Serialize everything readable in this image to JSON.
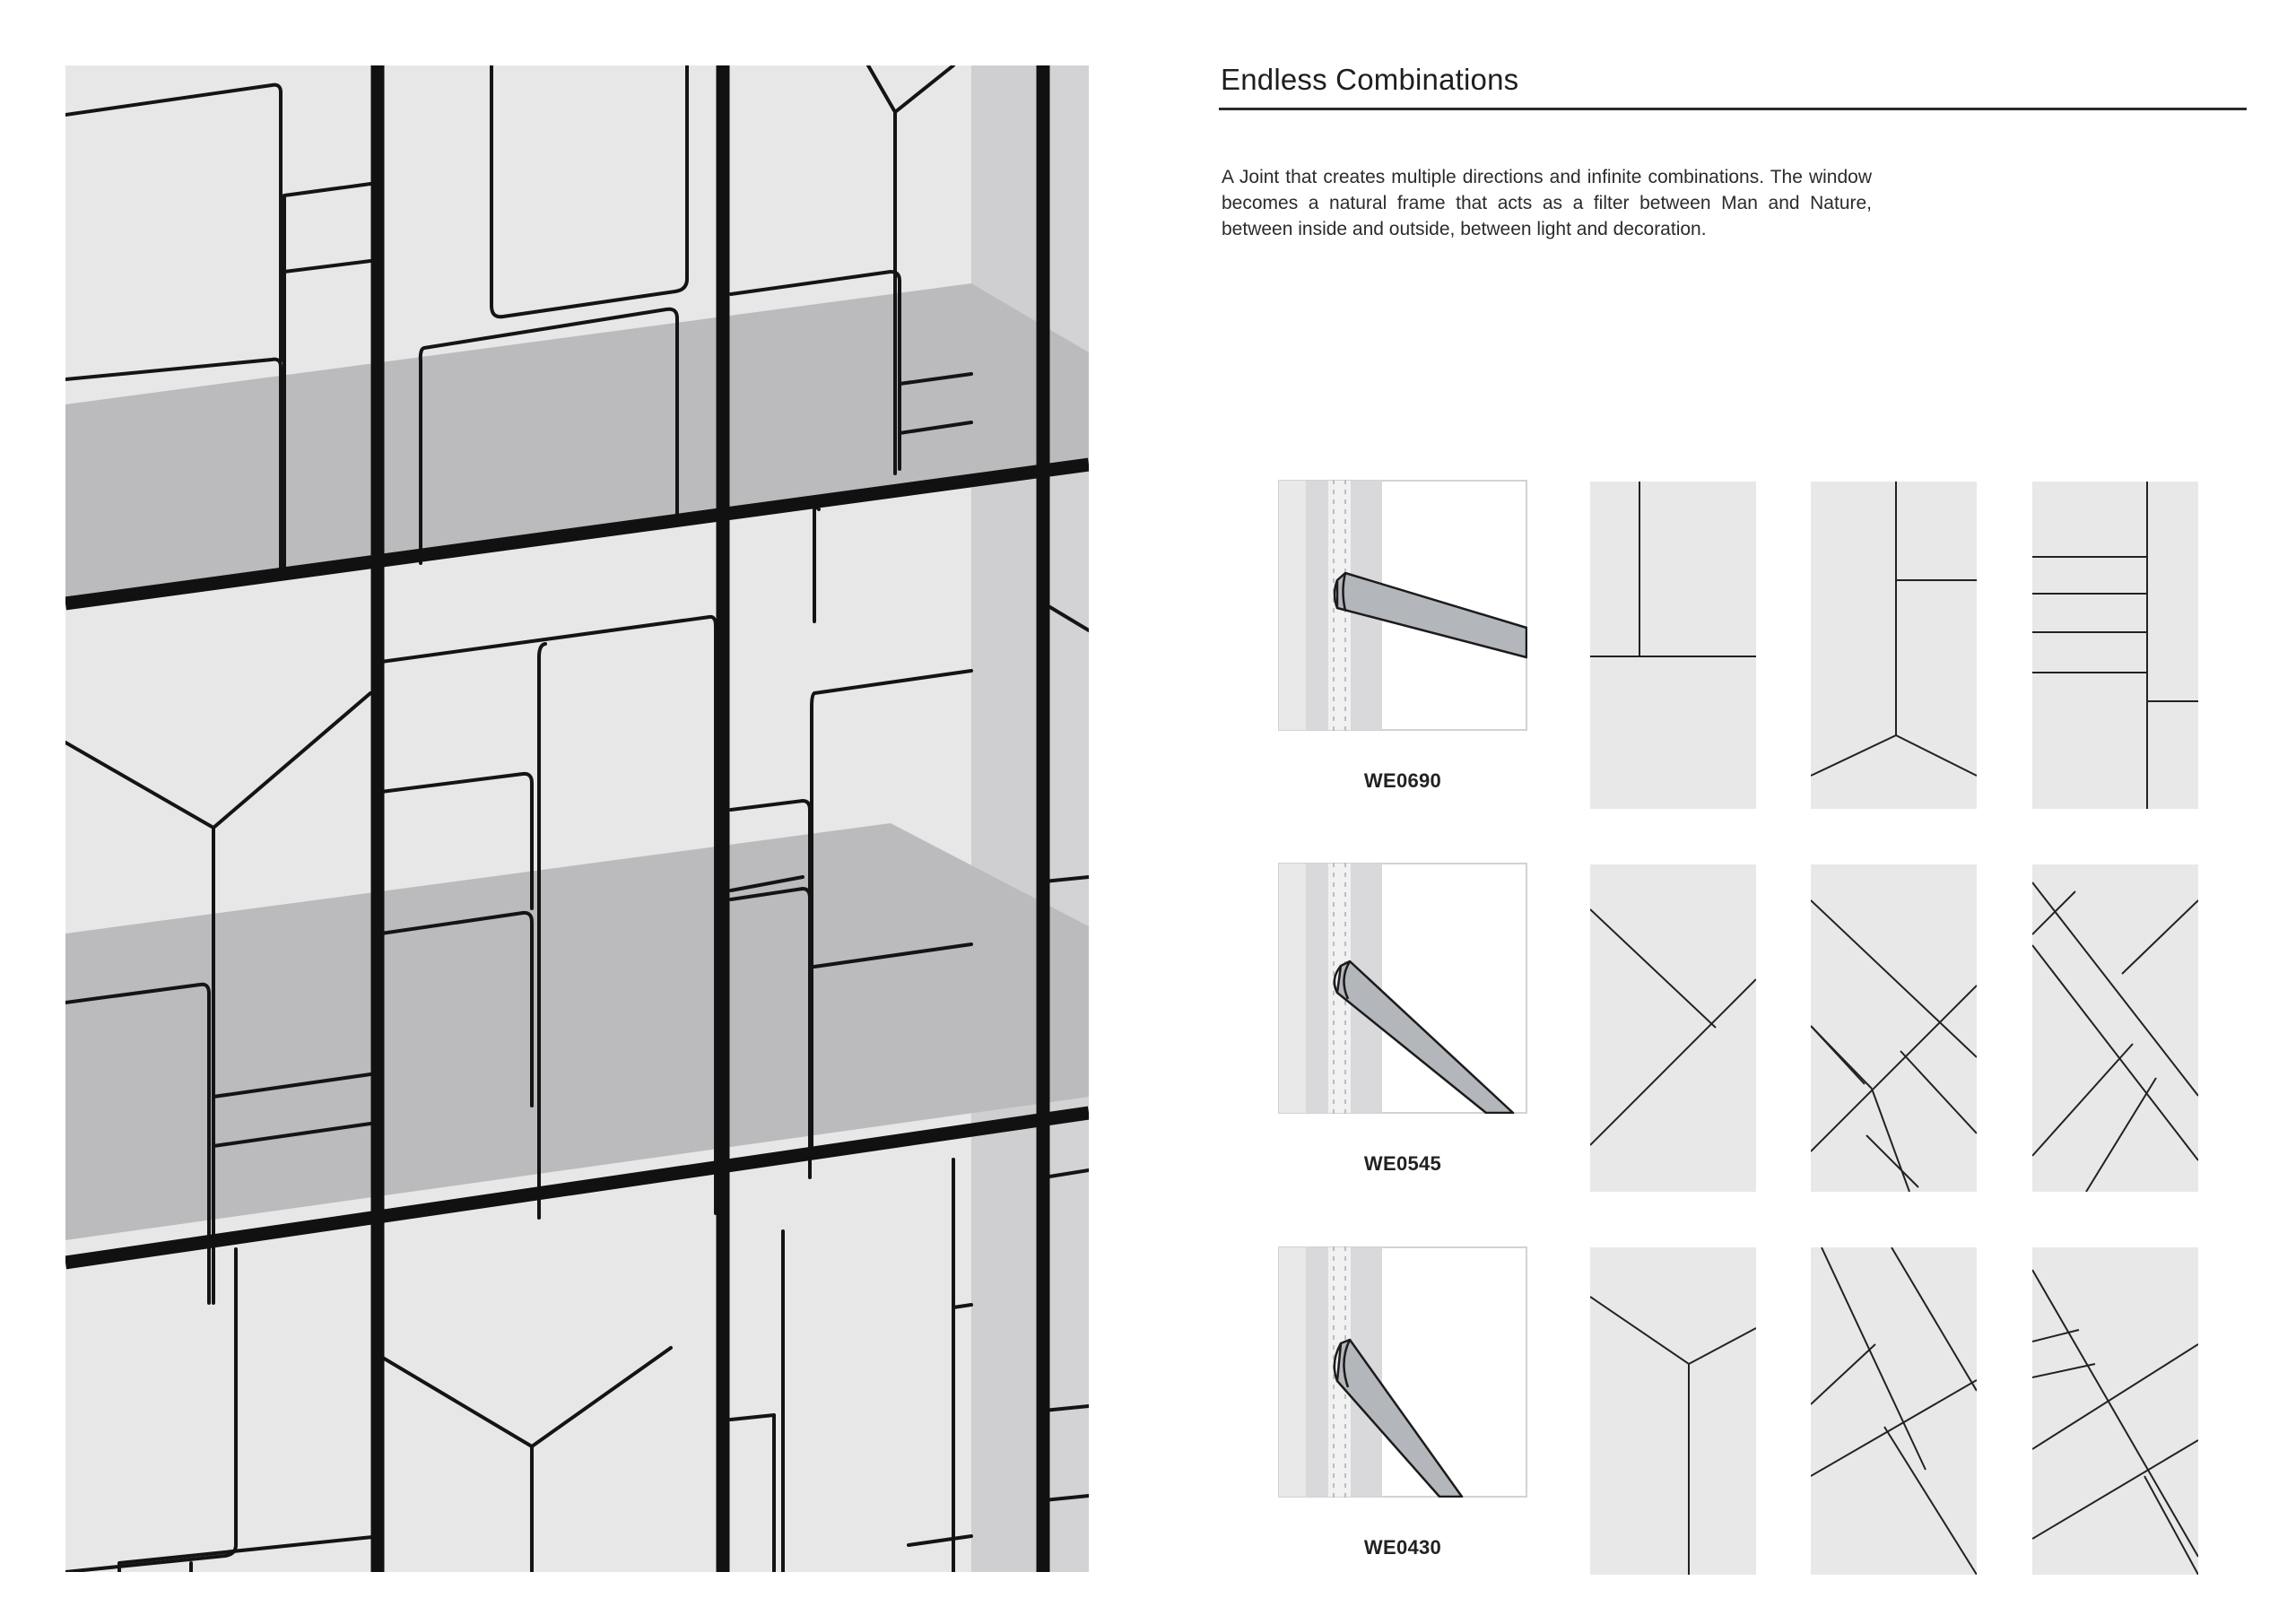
{
  "page": {
    "title": "Endless Combinations",
    "description": "A Joint that creates multiple directions and infinite combinations. The window becomes a natural frame  that acts as a filter between Man and Nature, between  inside and outside, between light and decoration."
  },
  "rows": [
    {
      "code": "WE0690",
      "angle_deg": 15
    },
    {
      "code": "WE0545",
      "angle_deg": 45
    },
    {
      "code": "WE0430",
      "angle_deg": 60
    }
  ],
  "colors": {
    "panel": "#e8e8e8",
    "glass_light": "#e7e7e8",
    "glass_dark": "#bbbbbe",
    "reveal": "#d3d3d6",
    "frame": "#111111",
    "profile": "#b4b7bb"
  }
}
